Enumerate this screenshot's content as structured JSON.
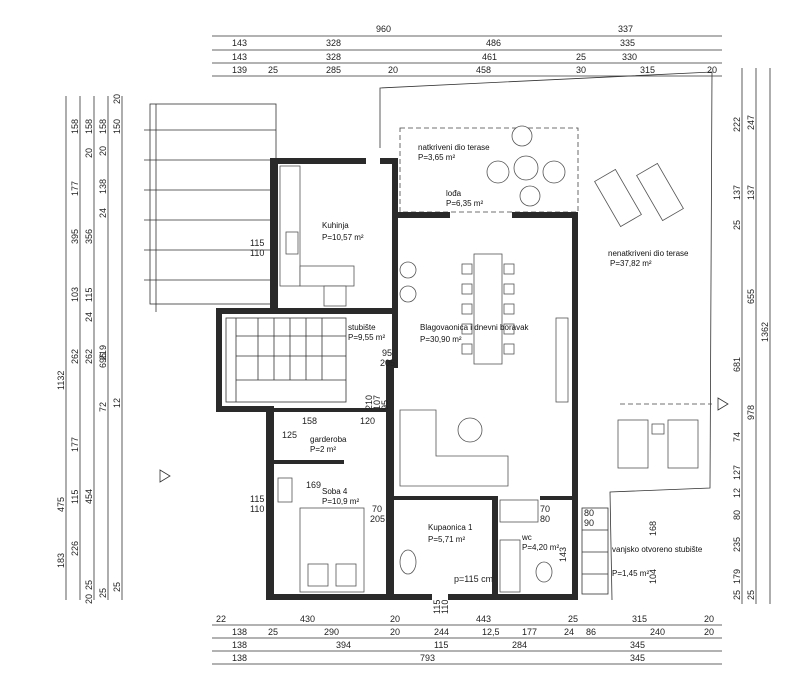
{
  "top_dimensions": {
    "row1": [
      "960",
      "337"
    ],
    "row2": [
      "143",
      "328",
      "486",
      "335"
    ],
    "row3": [
      "143",
      "328",
      "461",
      "25",
      "330"
    ],
    "row4": [
      "139",
      "25",
      "285",
      "20",
      "458",
      "30",
      "315",
      "20"
    ]
  },
  "bottom_dimensions": {
    "row1": [
      "22",
      "430",
      "20",
      "443",
      "25",
      "315",
      "20"
    ],
    "row2": [
      "138",
      "25",
      "290",
      "20",
      "244",
      "12,5",
      "177",
      "24",
      "86",
      "240",
      "20"
    ],
    "row3": [
      "138",
      "394",
      "115",
      "284",
      "345"
    ],
    "row4": [
      "138",
      "793",
      "345"
    ]
  },
  "left_dimensions": {
    "outer": [
      "1132",
      "475",
      "183"
    ],
    "col2": [
      "158",
      "177",
      "395",
      "103",
      "262",
      "177",
      "115",
      "226"
    ],
    "col3": [
      "158",
      "20",
      "356",
      "115",
      "24",
      "262",
      "454",
      "25",
      "20"
    ],
    "col4": [
      "158",
      "20",
      "138",
      "24",
      "219",
      "696",
      "72",
      "25"
    ],
    "col5": [
      "150",
      "20",
      "12",
      "25"
    ]
  },
  "right_dimensions": {
    "col1": [
      "222",
      "137",
      "25",
      "681",
      "74",
      "127",
      "12",
      "80",
      "235",
      "179",
      "25"
    ],
    "col2": [
      "247",
      "137",
      "655",
      "978",
      "25"
    ],
    "col3": [
      "1362"
    ]
  },
  "rooms": [
    {
      "name": "natkriveni dio terase",
      "area": "P=3,65 m²"
    },
    {
      "name": "lođa",
      "area": "P=6,35 m²"
    },
    {
      "name": "Kuhinja",
      "area": "P=10,57 m²"
    },
    {
      "name": "nenatkriveni dio terase",
      "area": "P=37,82 m²"
    },
    {
      "name": "stubište",
      "area": "P=9,55 m²"
    },
    {
      "name": "Blagovaonica i dnevni boravak",
      "area": "P=30,90 m²"
    },
    {
      "name": "garderoba",
      "area": "P=2 m²"
    },
    {
      "name": "Soba 4",
      "area": "P=10,9 m²"
    },
    {
      "name": "Kupaonica 1",
      "area": "P=5,71 m²"
    },
    {
      "name": "wc",
      "area": "P=4,20 m²"
    },
    {
      "name": "vanjsko otvoreno stubište",
      "area": "P=1,45 m²"
    }
  ],
  "openings": [
    "115",
    "110",
    "95",
    "205",
    "120",
    "158",
    "125",
    "169",
    "70",
    "205",
    "115",
    "110",
    "90",
    "80",
    "70",
    "80",
    "143",
    "168",
    "104",
    "p=115 cm",
    "210",
    "107",
    "95",
    "115",
    "110"
  ]
}
